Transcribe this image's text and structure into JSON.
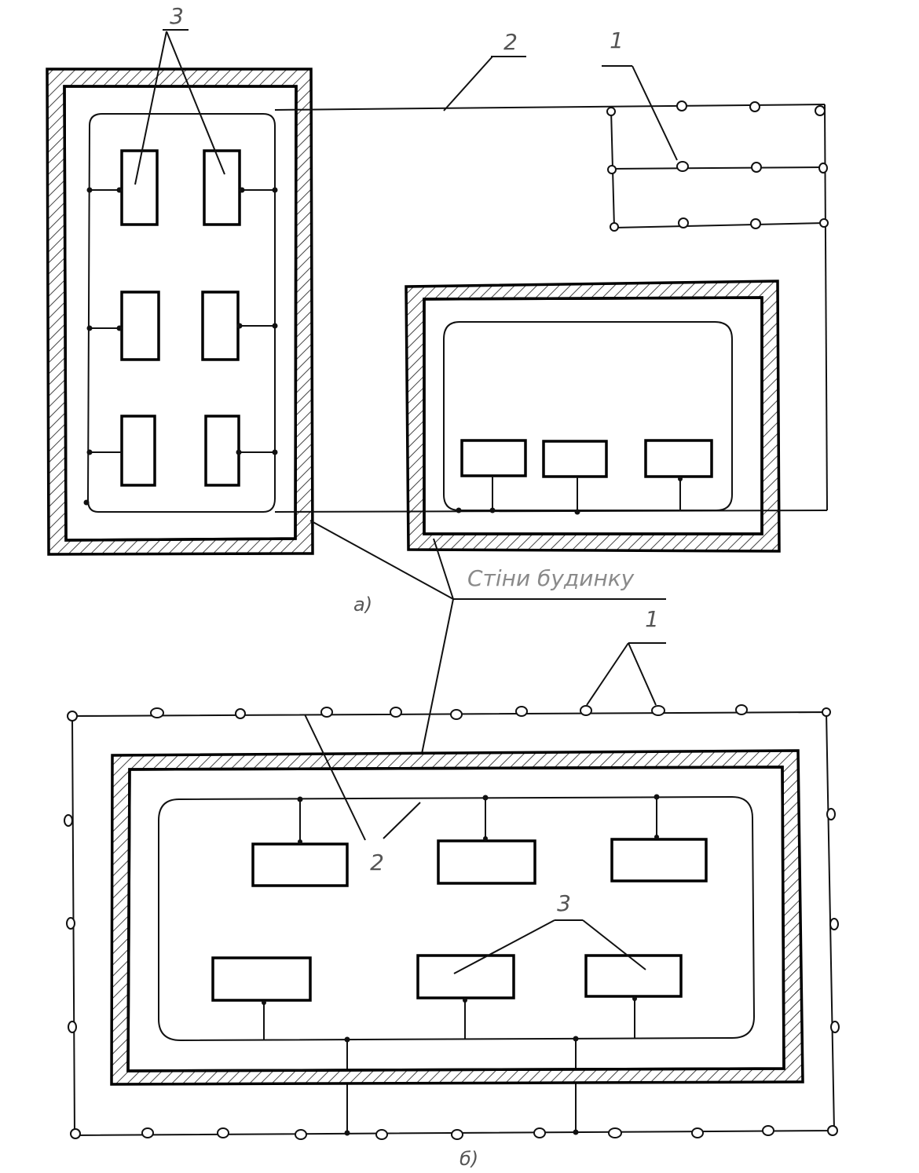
{
  "labels": {
    "equipment_a": "3",
    "conductor_a": "2",
    "electrode_a": "1",
    "walls": "Стіни будинку",
    "caption_a": "а)",
    "electrode_b": "1",
    "conductor_b": "2",
    "equipment_b": "3",
    "caption_b": "б)"
  },
  "colors": {
    "line": "#111111",
    "hatch": "#444444",
    "label": "#555555"
  }
}
